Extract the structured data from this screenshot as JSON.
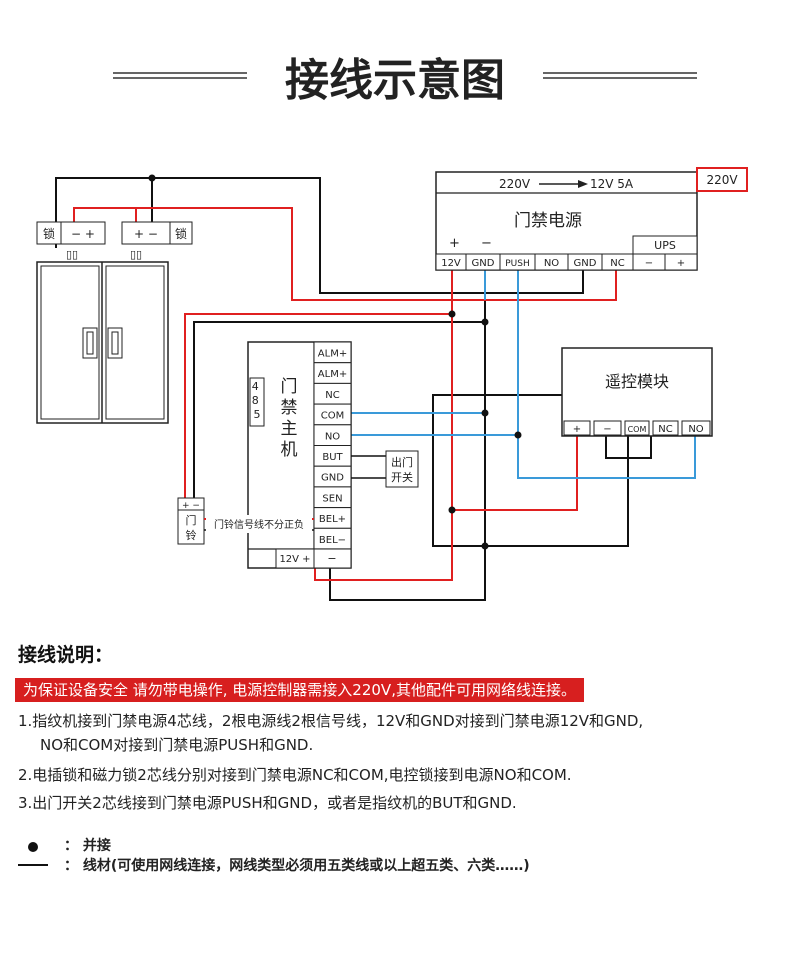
{
  "title": "接线示意图",
  "power": {
    "conversion_in": "220V",
    "conversion_out": "12V 5A",
    "label": "门禁电源",
    "input_tag": "220V",
    "plus": "+",
    "minus": "−",
    "ups": "UPS",
    "terminals": [
      "12V",
      "GND",
      "PUSH",
      "NO",
      "GND",
      "NC",
      "−",
      "+"
    ]
  },
  "locks": {
    "left_label": "锁",
    "right_label": "锁",
    "left_polarity": "− +",
    "right_polarity": "+ −",
    "magnet_symbol": "▯▯"
  },
  "host": {
    "label_chars": [
      "门",
      "禁",
      "主",
      "机"
    ],
    "rs485": "485",
    "terminals": [
      "ALM+",
      "ALM+",
      "NC",
      "COM",
      "NO",
      "BUT",
      "GND",
      "SEN",
      "BEL+",
      "BEL−"
    ],
    "power_plus": "12V +",
    "power_minus": "−"
  },
  "exit_button": {
    "line1": "出门",
    "line2": "开关"
  },
  "doorbell": {
    "polarity": "+ −",
    "line1": "门",
    "line2": "铃",
    "note": "门铃信号线不分正负"
  },
  "remote": {
    "label": "遥控模块",
    "terminals": [
      "+",
      "−",
      "COM",
      "NC",
      "NO"
    ]
  },
  "notes": {
    "heading": "接线说明：",
    "warning": "为保证设备安全 请勿带电操作, 电源控制器需接入220V,其他配件可用网络线连接。",
    "item1_line1": "1.指纹机接到门禁电源4芯线，2根电源线2根信号线，12V和GND对接到门禁电源12V和GND,",
    "item1_line2": "NO和COM对接到门禁电源PUSH和GND.",
    "item2": "2.电插锁和磁力锁2芯线分别对接到门禁电源NC和COM,电控锁接到电源NO和COM.",
    "item3": "3.出门开关2芯线接到门禁电源PUSH和GND，或者是指纹机的BUT和GND."
  },
  "legend": {
    "dot_colon": "：",
    "dot_text": "并接",
    "line_colon": "：",
    "line_text": "线材(可使用网线连接，网线类型必须用五类线或以上超五类、六类……)"
  },
  "colors": {
    "accent_red": "#e02020",
    "wire_blue": "#3a9ad9",
    "warning_bg": "#d71f1f"
  }
}
